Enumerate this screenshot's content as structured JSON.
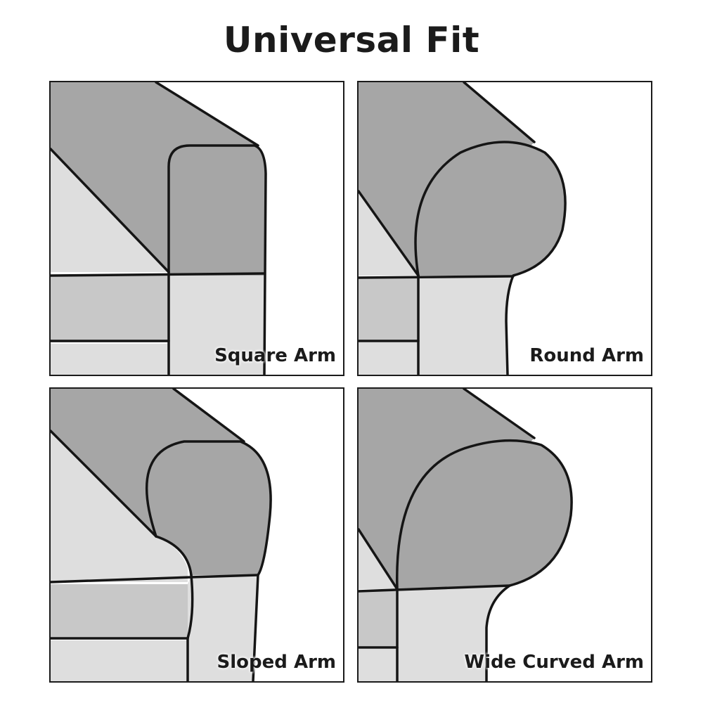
{
  "title": "Universal Fit",
  "panels": [
    {
      "label": "Square Arm"
    },
    {
      "label": "Round Arm"
    },
    {
      "label": "Sloped Arm"
    },
    {
      "label": "Wide Curved Arm"
    }
  ],
  "colors": {
    "arm_top": "#a6a6a6",
    "cushion": "#dedede",
    "outline": "#151515",
    "background": "#ffffff"
  }
}
